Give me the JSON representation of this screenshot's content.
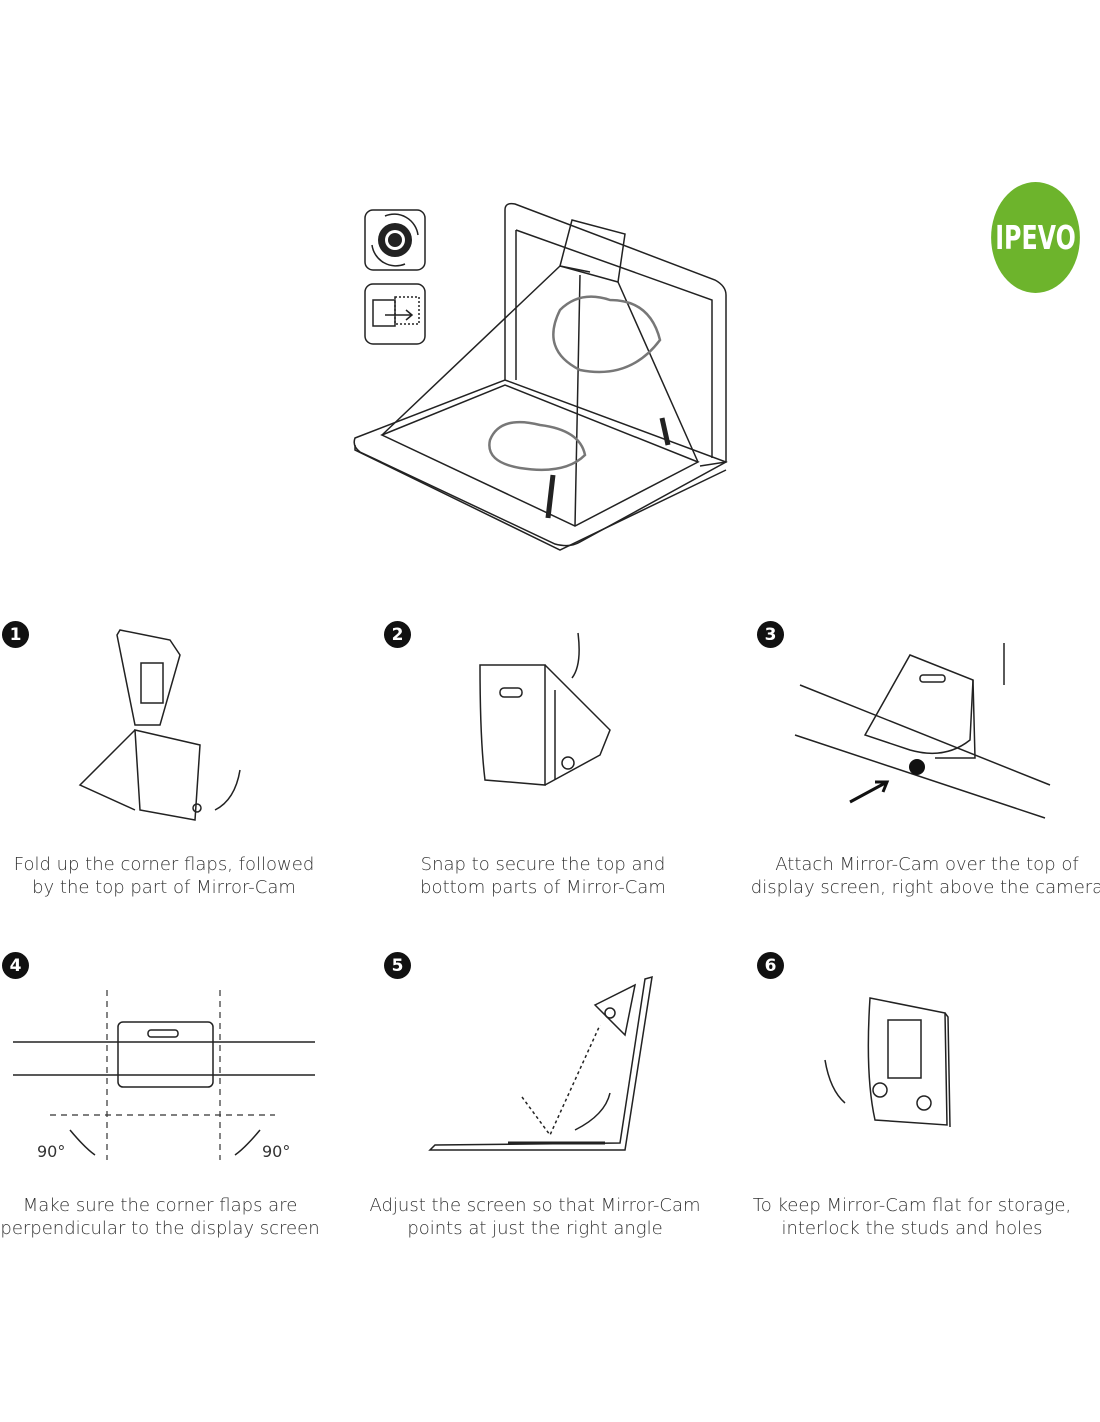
{
  "brand": {
    "logo_text": "IPEVO",
    "color": "#6db42c"
  },
  "hero": {
    "icons": [
      "camera-lens-icon",
      "mirror-flip-icon"
    ]
  },
  "steps": [
    {
      "number": "1",
      "line1": "Fold up the corner flaps, followed",
      "line2": "by the top part of Mirror-Cam"
    },
    {
      "number": "2",
      "line1": "Snap to secure the top and",
      "line2": "bottom parts of Mirror-Cam"
    },
    {
      "number": "3",
      "line1": "Attach Mirror-Cam over the top of",
      "line2": "display screen, right above the camera"
    },
    {
      "number": "4",
      "line1": "Make sure the corner flaps are",
      "line2": "perpendicular to the display screen",
      "angle_left": "90°",
      "angle_right": "90°"
    },
    {
      "number": "5",
      "line1": "Adjust the screen so that Mirror-Cam",
      "line2": "points at just the right angle"
    },
    {
      "number": "6",
      "line1": "To keep Mirror-Cam flat for storage,",
      "line2": "interlock the studs and holes"
    }
  ]
}
